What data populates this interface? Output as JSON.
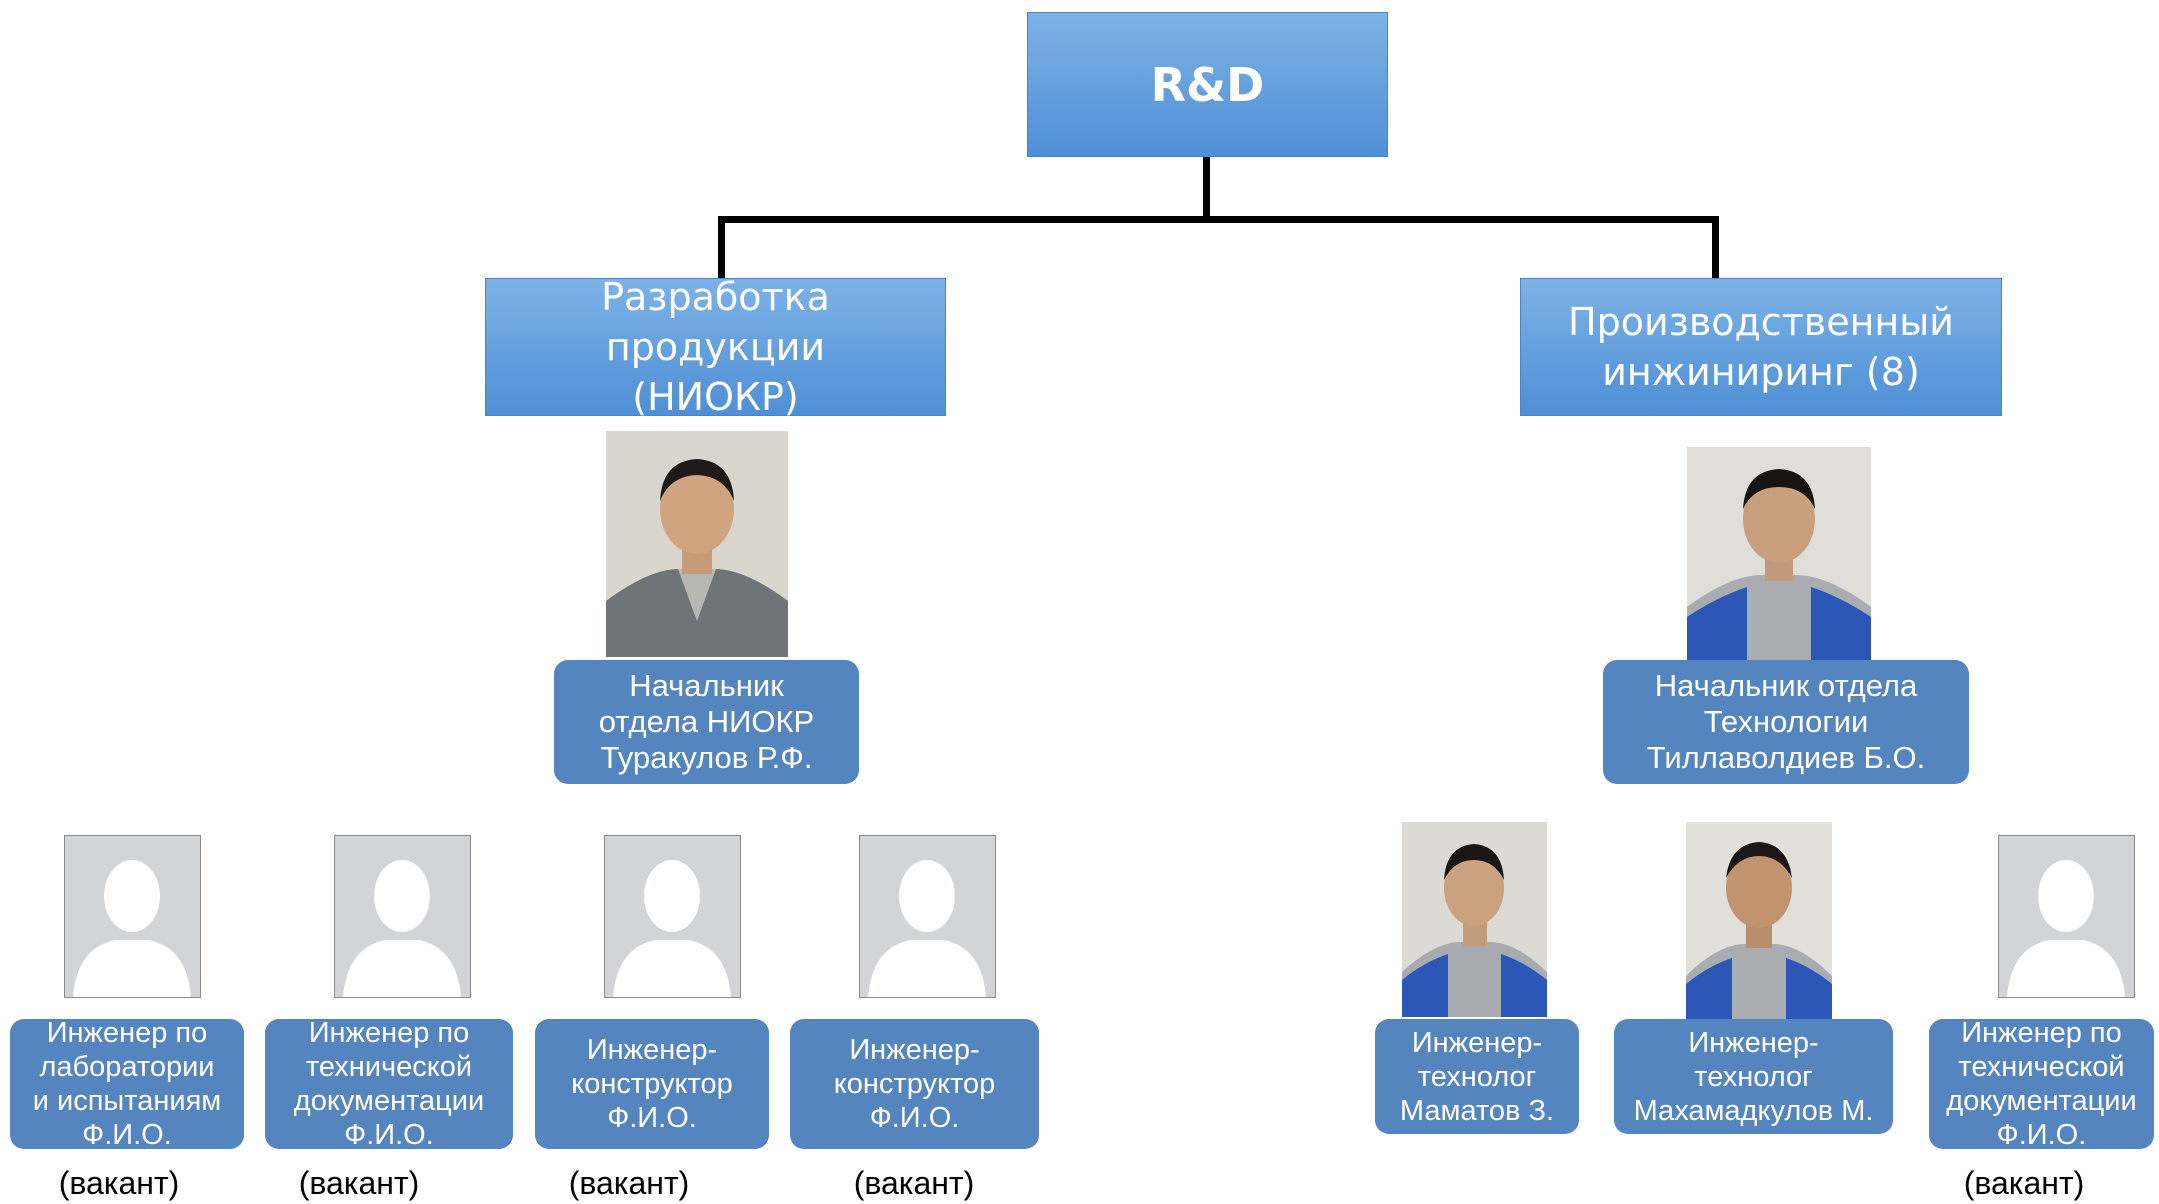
{
  "root": {
    "label": "R&D"
  },
  "departments": [
    {
      "label_line1": "Разработка продукции",
      "label_line2": "(НИОКР)"
    },
    {
      "label_line1": "Производственный",
      "label_line2": "инжиниринг (8)"
    }
  ],
  "heads": [
    {
      "line1": "Начальник",
      "line2": "отдела НИОКР",
      "line3": "Туракулов Р.Ф."
    },
    {
      "line1": "Начальник отдела",
      "line2": "Технологии",
      "line3": "Тиллаволдиев Б.О."
    }
  ],
  "staff": [
    {
      "line1": "Инженер по",
      "line2": "лаборатории",
      "line3": "и испытаниям",
      "line4": "Ф.И.О.",
      "status": "(вакант)"
    },
    {
      "line1": "Инженер по",
      "line2": "технической",
      "line3": "документации",
      "line4": "Ф.И.О.",
      "status": "(вакант)"
    },
    {
      "line1": "Инженер-",
      "line2": "конструктор",
      "line3": "Ф.И.О.",
      "status": "(вакант)"
    },
    {
      "line1": "Инженер-",
      "line2": "конструктор",
      "line3": "Ф.И.О.",
      "status": "(вакант)"
    },
    {
      "line1": "Инженер-",
      "line2": "технолог",
      "line3": "Маматов З."
    },
    {
      "line1": "Инженер-",
      "line2": "технолог",
      "line3": "Махамадкулов М."
    },
    {
      "line1": "Инженер по",
      "line2": "технической",
      "line3": "документации",
      "line4": "Ф.И.О.",
      "status": "(вакант)"
    }
  ],
  "colors": {
    "header_top": "#7db2e6",
    "header_bottom": "#4f8fd6",
    "role_box": "#5485bf",
    "connector": "#000000"
  },
  "icons": {
    "placeholder": "person-silhouette-icon"
  }
}
